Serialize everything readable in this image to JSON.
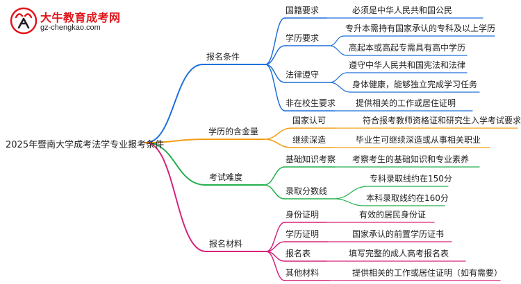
{
  "logo": {
    "title": "大牛教育成考网",
    "url": "gz-chengkao.com",
    "icon": "bull-logo-icon"
  },
  "mindmap": {
    "root": "2025年暨南大学成考法学专业报考条件",
    "branches": [
      {
        "label": "报名条件",
        "color": "#1e6fd9",
        "children": [
          {
            "label": "国籍要求",
            "leaves": [
              "必须是中华人民共和国公民"
            ]
          },
          {
            "label": "学历要求",
            "leaves": [
              "专升本需持有国家承认的专科及以上学历",
              "高起本或高起专需具有高中学历"
            ]
          },
          {
            "label": "法律遵守",
            "leaves": [
              "遵守中华人民共和国宪法和法律",
              "身体健康，能够独立完成学习任务"
            ]
          },
          {
            "label": "非在校生要求",
            "leaves": [
              "提供相关的工作或居住证明"
            ]
          }
        ]
      },
      {
        "label": "学历的含金量",
        "color": "#f39c12",
        "children": [
          {
            "label": "国家认可",
            "leaves": [
              "符合报考教师资格证和研究生入学考试要求"
            ]
          },
          {
            "label": "继续深造",
            "leaves": [
              "毕业生可继续深造或从事相关职业"
            ]
          }
        ]
      },
      {
        "label": "考试难度",
        "color": "#22b14c",
        "children": [
          {
            "label": "基础知识考察",
            "leaves": [
              "考察考生的基础知识和专业素养"
            ]
          },
          {
            "label": "录取分数线",
            "leaves": [
              "专科录取线约在150分",
              "本科录取线约在160分"
            ]
          }
        ]
      },
      {
        "label": "报名材料",
        "color": "#d6247a",
        "children": [
          {
            "label": "身份证明",
            "leaves": [
              "有效的居民身份证"
            ]
          },
          {
            "label": "学历证明",
            "leaves": [
              "国家承认的前置学历证书"
            ]
          },
          {
            "label": "报名表",
            "leaves": [
              "填写完整的成人高考报名表"
            ]
          },
          {
            "label": "其他材料",
            "leaves": [
              "提供相关的工作或居住证明（如有需要）"
            ]
          }
        ]
      }
    ]
  }
}
